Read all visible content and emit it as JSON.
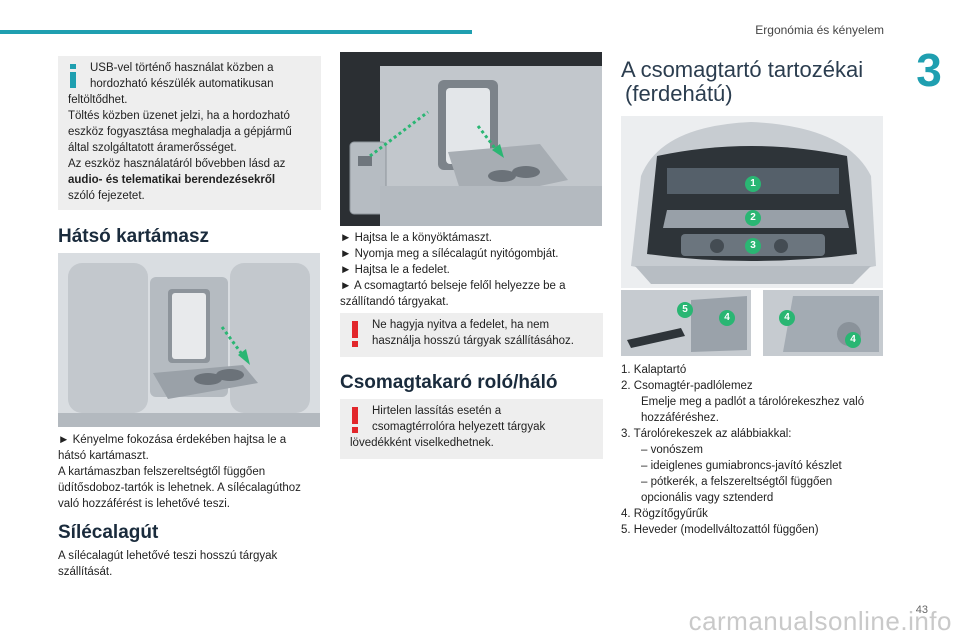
{
  "header": {
    "title": "Ergonómia és kényelem",
    "chapter": "3"
  },
  "col1": {
    "info": {
      "line1": "USB-vel történő használat közben a",
      "line2": "hordozható készülék automatikusan",
      "line3": "feltöltődhet.",
      "line4": "Töltés közben üzenet jelzi, ha a hordozható",
      "line5": "eszköz fogyasztása meghaladja a gépjármű",
      "line6": "által szolgáltatott áramerősséget.",
      "line7": "Az eszköz használatáról bővebben lásd az",
      "line8": "audio- és telematikai berendezésekről",
      "line9": "szóló fejezetet."
    },
    "armrest_title": "Hátsó kartámasz",
    "armrest_p1": "► Kényelme fokozása érdekében hajtsa le a",
    "armrest_p2": "hátsó kartámaszt.",
    "armrest_p3": "A kartámaszban felszereltségtől függően",
    "armrest_p4": "üdítősdoboz-tartók is lehetnek. A sílécalagúthoz",
    "armrest_p5": "való hozzáférést is lehetővé teszi.",
    "ski_title": "Sílécalagút",
    "ski_p1": "A sílécalagút lehetővé teszi hosszú tárgyak",
    "ski_p2": "szállítását."
  },
  "col2": {
    "step1": "► Hajtsa le a könyöktámaszt.",
    "step2": "► Nyomja meg a sílécalagút nyitógombját.",
    "step3": "► Hajtsa le a fedelet.",
    "step4a": "► A csomagtartó belseje felől helyezze be a",
    "step4b": "szállítandó tárgyakat.",
    "warn1a": "Ne hagyja nyitva a fedelet, ha nem",
    "warn1b": "használja hosszú tárgyak szállításához.",
    "cover_title": "Csomagtakaró roló/háló",
    "warn2a": "Hirtelen lassítás esetén a",
    "warn2b": "csomagtérrolóra helyezett tárgyak",
    "warn2c": "lövedékként viselkedhetnek."
  },
  "col3": {
    "title1": "A csomagtartó tartozékai",
    "title2": "(ferdehátú)",
    "callouts": [
      "1",
      "2",
      "3",
      "4",
      "5",
      "4",
      "4"
    ],
    "list": {
      "i1": "1. Kalaptartó",
      "i2": "2. Csomagtér-padlólemez",
      "i2a": "Emelje meg a padlót a tárolórekeszhez való",
      "i2b": "hozzáféréshez.",
      "i3": "3. Tárolórekeszek az alábbiakkal:",
      "i3a": "– vonószem",
      "i3b": "– ideiglenes gumiabroncs-javító készlet",
      "i3c": "– pótkerék, a felszereltségtől függően",
      "i3d": "opcionális vagy sztenderd",
      "i4": "4. Rögzítőgyűrűk",
      "i5": "5. Heveder (modellváltozattól függően)"
    }
  },
  "footer": {
    "page": "43",
    "watermark": "carmanualsonline.info"
  },
  "colors": {
    "accent": "#1f9fb0",
    "warning": "#e2262b",
    "info_bg": "#eeeeee"
  }
}
